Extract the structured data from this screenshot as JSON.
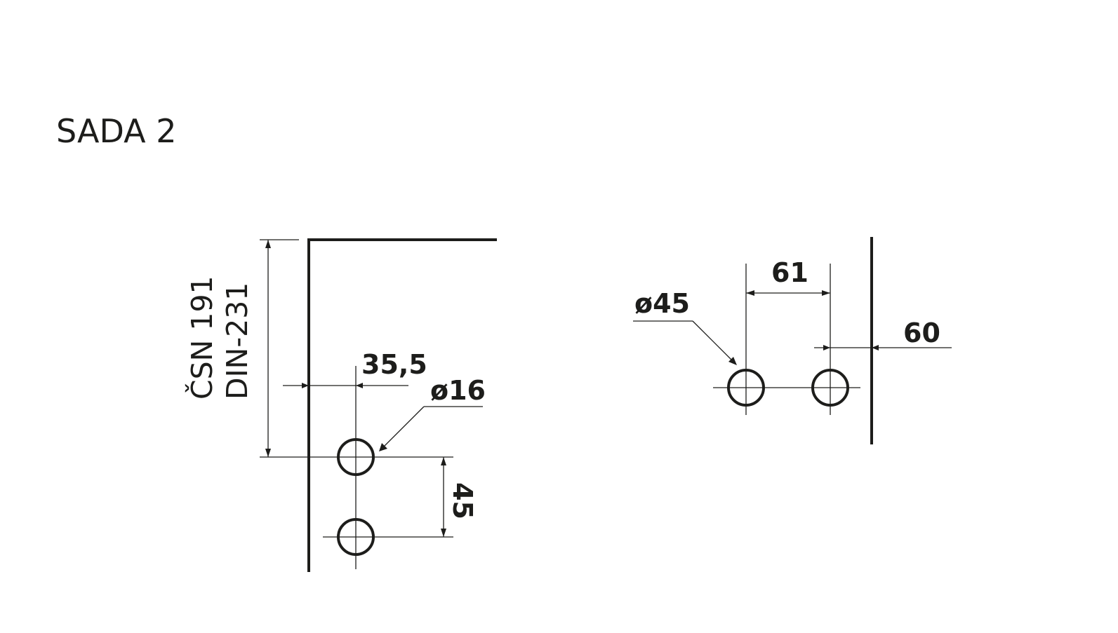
{
  "title": "SADA 2",
  "standards": {
    "line1": "ČSN 191",
    "line2": "DIN-231"
  },
  "left_drawing": {
    "edge_offset": "35,5",
    "hole_diameter": "ø16",
    "hole_spacing": "45"
  },
  "right_drawing": {
    "hole_diameter": "ø45",
    "hole_spacing": "61",
    "edge_offset": "60"
  },
  "colors": {
    "ink": "#1d1d1b",
    "background": "#ffffff"
  }
}
